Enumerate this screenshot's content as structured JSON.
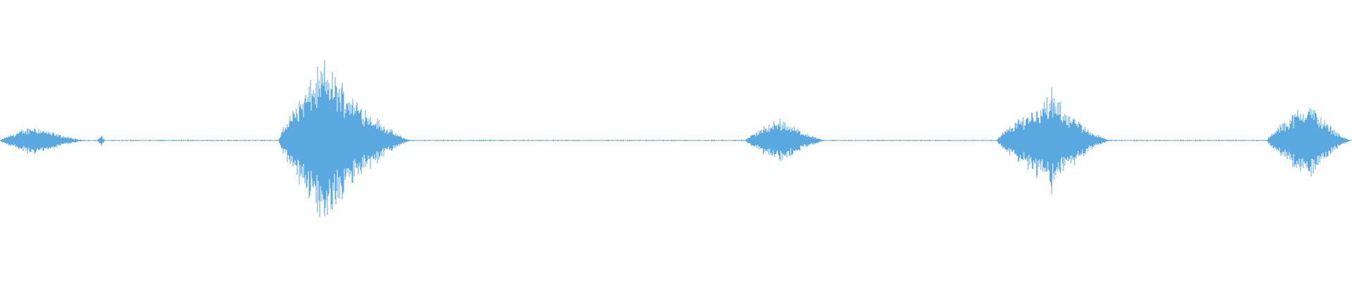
{
  "waveform": {
    "color": "#5aa8e0",
    "background": "#ffffff",
    "bursts": [
      {
        "name": "burst-1",
        "start": 0.0,
        "peak": 0.025,
        "end": 0.065,
        "amplitude": 0.1,
        "attack": 0.6
      },
      {
        "name": "burst-2",
        "start": 0.072,
        "peak": 0.075,
        "end": 0.078,
        "amplitude": 0.04,
        "attack": 0.5
      },
      {
        "name": "burst-3",
        "start": 0.206,
        "peak": 0.24,
        "end": 0.305,
        "amplitude": 0.52,
        "attack": 0.3
      },
      {
        "name": "burst-4",
        "start": 0.551,
        "peak": 0.578,
        "end": 0.612,
        "amplitude": 0.15,
        "attack": 0.45
      },
      {
        "name": "burst-5",
        "start": 0.737,
        "peak": 0.778,
        "end": 0.822,
        "amplitude": 0.3,
        "attack": 0.5
      },
      {
        "name": "burst-6",
        "start": 0.937,
        "peak": 0.968,
        "end": 1.0,
        "amplitude": 0.26,
        "attack": 0.45
      }
    ],
    "spikes": [
      {
        "position": 0.778,
        "amplitude": 0.38
      },
      {
        "position": 0.24,
        "amplitude": 0.52
      }
    ],
    "noise_floor": 0.006
  }
}
